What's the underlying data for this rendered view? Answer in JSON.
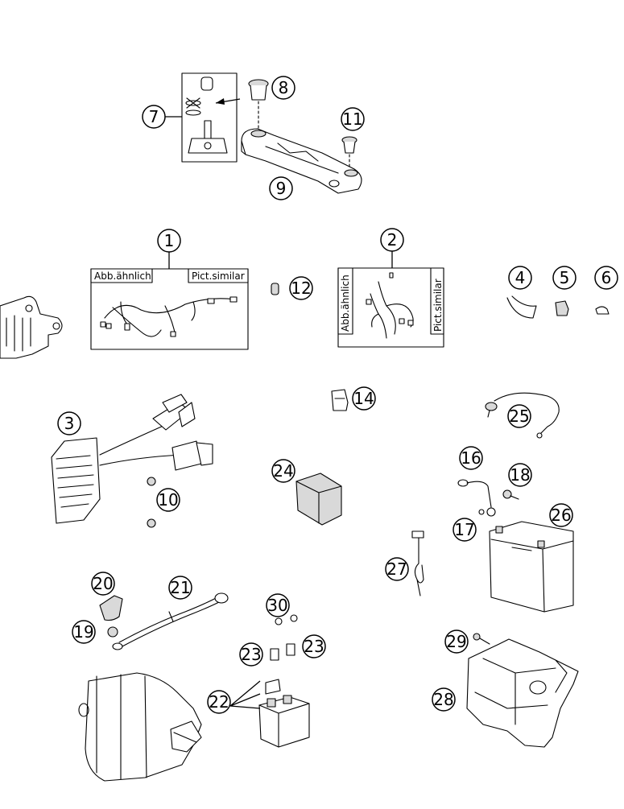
{
  "callouts": [
    {
      "id": "c7",
      "label": "7"
    },
    {
      "id": "c8",
      "label": "8"
    },
    {
      "id": "c11",
      "label": "11"
    },
    {
      "id": "c9",
      "label": "9"
    },
    {
      "id": "c1",
      "label": "1"
    },
    {
      "id": "c2",
      "label": "2"
    },
    {
      "id": "c4",
      "label": "4"
    },
    {
      "id": "c5",
      "label": "5"
    },
    {
      "id": "c6",
      "label": "6"
    },
    {
      "id": "c12",
      "label": "12"
    },
    {
      "id": "c14",
      "label": "14"
    },
    {
      "id": "c3",
      "label": "3"
    },
    {
      "id": "c25",
      "label": "25"
    },
    {
      "id": "c24",
      "label": "24"
    },
    {
      "id": "c10",
      "label": "10"
    },
    {
      "id": "c16",
      "label": "16"
    },
    {
      "id": "c18",
      "label": "18"
    },
    {
      "id": "c26",
      "label": "26"
    },
    {
      "id": "c17",
      "label": "17"
    },
    {
      "id": "c27",
      "label": "27"
    },
    {
      "id": "c20",
      "label": "20"
    },
    {
      "id": "c21",
      "label": "21"
    },
    {
      "id": "c30",
      "label": "30"
    },
    {
      "id": "c19",
      "label": "19"
    },
    {
      "id": "c23a",
      "label": "23"
    },
    {
      "id": "c23b",
      "label": "23"
    },
    {
      "id": "c29",
      "label": "29"
    },
    {
      "id": "c22",
      "label": "22"
    },
    {
      "id": "c28",
      "label": "28"
    }
  ],
  "box1": {
    "caption_de": "Abb.ähnlich",
    "caption_en": "Pict.similar"
  },
  "box2": {
    "caption_de": "Abb.ähnlich",
    "caption_en": "Pict.similar"
  }
}
